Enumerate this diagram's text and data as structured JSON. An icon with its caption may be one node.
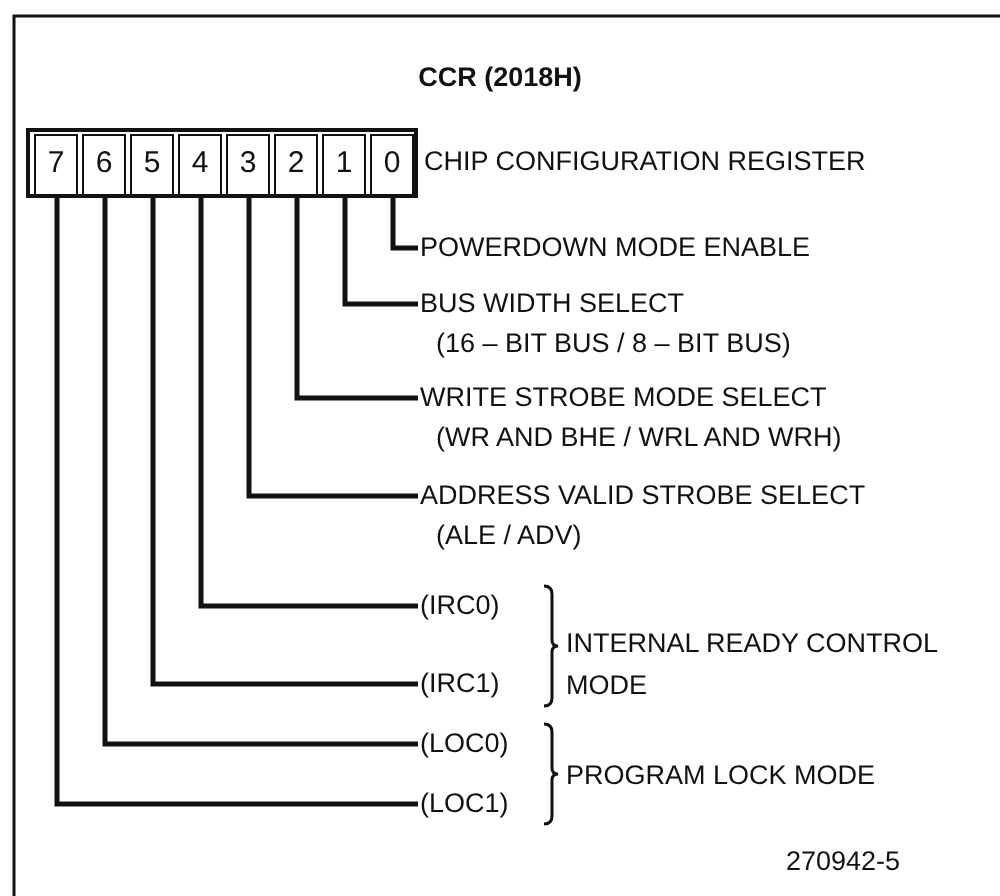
{
  "diagram": {
    "title": "CCR (2018H)",
    "nodes": [
      {
        "text": [],
        "shape": "box",
        "beside": [
          "CHIP CONFIGURATION REGISTER"
        ]
      },
      {
        "text": [
          "7"
        ],
        "in": 0
      },
      {
        "text": [
          "6"
        ],
        "in": 0
      },
      {
        "text": [
          "5"
        ],
        "in": 0
      },
      {
        "text": [
          "4"
        ],
        "in": 0
      },
      {
        "text": [
          "3"
        ],
        "in": 0
      },
      {
        "text": [
          "2"
        ],
        "in": 0
      },
      {
        "text": [
          "1"
        ],
        "in": 0
      },
      {
        "text": [
          "0"
        ],
        "in": 0
      },
      {
        "text": [
          "POWERDOWN MODE ENABLE"
        ]
      },
      {
        "text": [
          "BUS WIDTH SELECT",
          "(16 – BIT BUS / 8 – BIT BUS)"
        ]
      },
      {
        "text": [
          "WRITE STROBE MODE SELECT",
          "(WR AND BHE / WRL AND WRH)"
        ]
      },
      {
        "text": [
          "ADDRESS VALID STROBE SELECT",
          "(ALE / ADV)"
        ]
      },
      {
        "text": [
          "(IRC0)"
        ]
      },
      {
        "text": [
          "(IRC1)"
        ]
      },
      {
        "text": [
          "(LOC0)"
        ]
      },
      {
        "text": [
          "(LOC1)"
        ]
      }
    ],
    "edges": [
      {
        "from": 8,
        "to": 9,
        "arrow": "none"
      },
      {
        "from": 7,
        "to": 10,
        "arrow": "none"
      },
      {
        "from": 6,
        "to": 11,
        "arrow": "none"
      },
      {
        "from": 5,
        "to": 12,
        "arrow": "none"
      },
      {
        "from": 4,
        "to": 13,
        "arrow": "none"
      },
      {
        "from": 3,
        "to": 14,
        "arrow": "none"
      },
      {
        "from": 2,
        "to": 15,
        "arrow": "none"
      },
      {
        "from": 1,
        "to": 16,
        "arrow": "none"
      }
    ],
    "labels": [
      "INTERNAL READY CONTROL MODE",
      "PROGRAM LOCK MODE",
      "270942-5"
    ]
  }
}
